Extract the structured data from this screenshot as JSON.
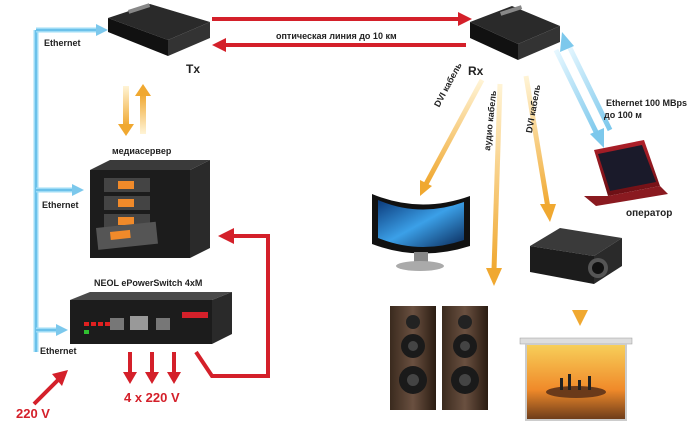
{
  "labels": {
    "tx": "Tx",
    "rx": "Rx",
    "fiber": "оптическая линия до 10 км",
    "ethernet_top": "Ethernet",
    "ethernet_mid": "Ethernet",
    "ethernet_bottom": "Ethernet",
    "mediaserver": "медиасервер",
    "switch_name": "NEOL ePowerSwitch 4xM",
    "power_in": "220 V",
    "power_out": "4 x 220 V",
    "dvi_cable_1": "DVI кабель",
    "audio_cable": "аудио кабель",
    "dvi_cable_2": "DVI кабель",
    "eth_100": "Ethernet 100 MBps",
    "eth_dist": "до 100 м",
    "operator": "оператор"
  },
  "colors": {
    "red_arrow": "#d4202a",
    "blue_line": "#8fd3f0",
    "orange_arrow": "#f0a830",
    "device_dark": "#1c1c1c"
  }
}
